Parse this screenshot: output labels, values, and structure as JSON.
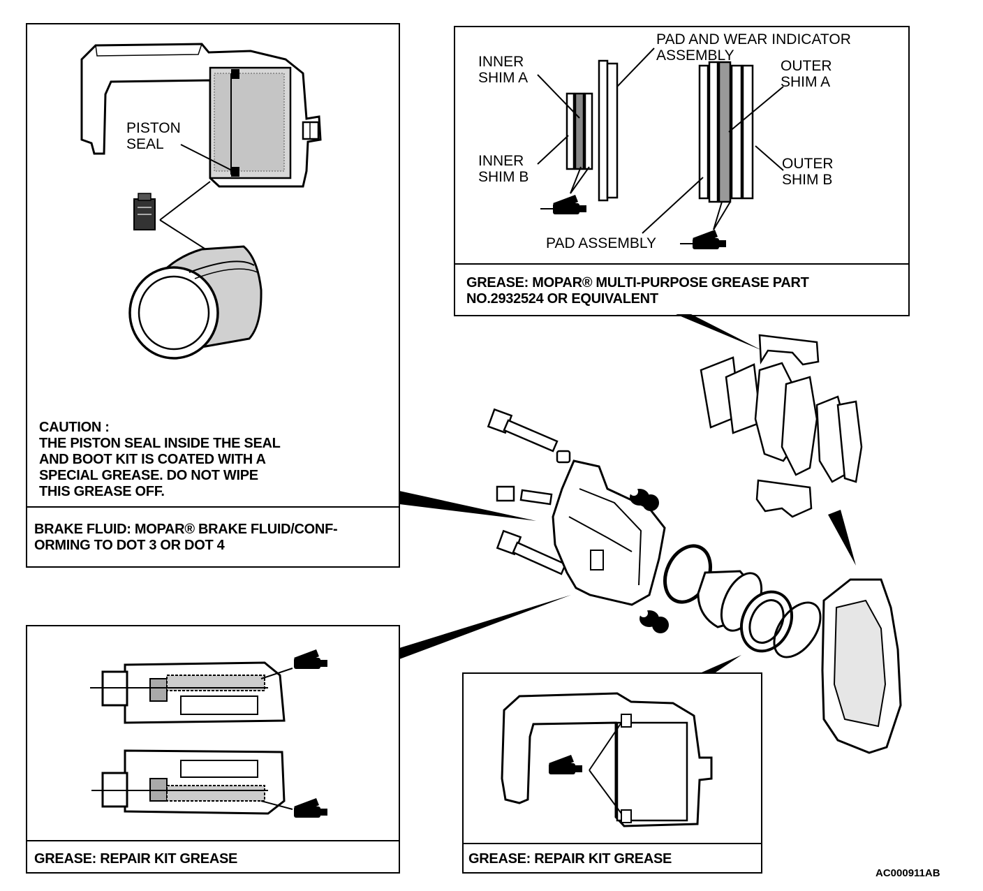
{
  "panels": {
    "piston": {
      "labels": {
        "piston_seal": [
          "PISTON",
          "SEAL"
        ]
      },
      "caution": [
        "CAUTION :",
        "THE PISTON SEAL INSIDE THE SEAL",
        "AND BOOT KIT IS COATED WITH A",
        "SPECIAL GREASE. DO NOT WIPE",
        "THIS GREASE OFF."
      ],
      "note": [
        "BRAKE FLUID: MOPAR® BRAKE FLUID/CONF-",
        "ORMING TO DOT 3 OR DOT 4"
      ]
    },
    "pads": {
      "labels": {
        "pad_wear": [
          "PAD AND WEAR INDICATOR",
          "ASSEMBLY"
        ],
        "inner_shim_a": [
          "INNER",
          "SHIM A"
        ],
        "inner_shim_b": [
          "INNER",
          "SHIM B"
        ],
        "outer_shim_a": [
          "OUTER",
          "SHIM A"
        ],
        "outer_shim_b": [
          "OUTER",
          "SHIM B"
        ],
        "pad_assembly": "PAD ASSEMBLY"
      },
      "note": [
        "GREASE: MOPAR® MULTI-PURPOSE GREASE PART",
        "NO.2932524 OR EQUIVALENT"
      ]
    },
    "pins": {
      "note": "GREASE: REPAIR KIT GREASE"
    },
    "caliper_grease": {
      "note": "GREASE: REPAIR KIT GREASE"
    }
  },
  "figure_code": "AC000911AB"
}
